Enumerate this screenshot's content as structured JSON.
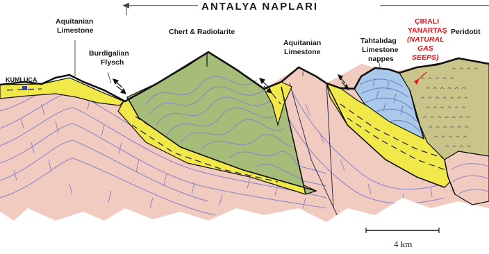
{
  "title": "ANTALYA NAPLARI",
  "labels": {
    "aquitanian_left_1": "Aquitanian",
    "aquitanian_left_2": "Limestone",
    "burdigalian_1": "Burdigalian",
    "burdigalian_2": "Flysch",
    "chert": "Chert & Radiolarite",
    "aquitanian_right_1": "Aquitanian",
    "aquitanian_right_2": "Limestone",
    "tahtali_1": "Tahtalıdag",
    "tahtali_2": "Limestone",
    "tahtali_3": "nappes",
    "cirali_1": "ÇIRALI",
    "cirali_2": "YANARTAŞ",
    "cirali_3": "(NATURAL",
    "cirali_4": "GAS",
    "cirali_5": "SEEPS)",
    "peridotit": "Peridotit",
    "kumluca": "KUMLUCA",
    "scale": "4 km"
  },
  "colors": {
    "limestone": "#f2cbc0",
    "flysch": "#f1e84a",
    "chert": "#a5bd79",
    "tahtali": "#a9c8ea",
    "peridotit": "#c8c48a",
    "seep_red": "#e8141b",
    "lines": "#8d86c9",
    "outline": "#111111"
  }
}
